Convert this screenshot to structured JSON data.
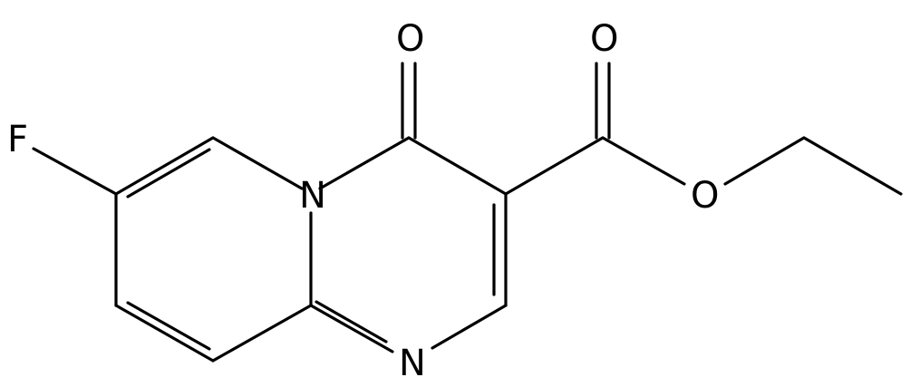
{
  "atoms": {
    "fluorine": "F",
    "ring_nitrogen": "N",
    "imine_nitrogen": "N",
    "ketone_oxygen": "O",
    "carbonyl_oxygen": "O",
    "ester_oxygen": "O"
  },
  "colors": {
    "bond": "#000000",
    "label": "#000000",
    "background": "#ffffff"
  }
}
